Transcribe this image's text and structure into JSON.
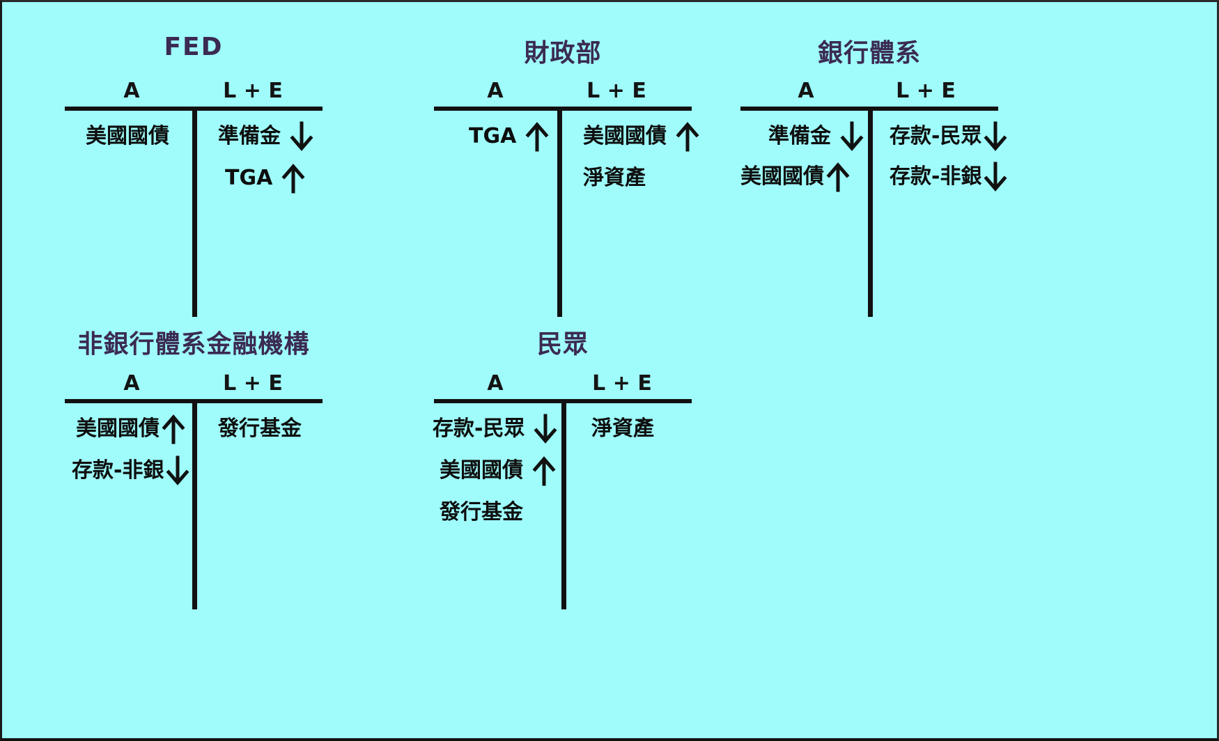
{
  "diagram": {
    "title_color": "#3b2a52",
    "background_color": "#9ffcfb",
    "line_color": "#111111",
    "column_headers": {
      "assets": "A",
      "liabilities_equity": "L + E"
    },
    "accounts": [
      {
        "id": "fed",
        "name": "FED",
        "assets": [
          {
            "label": "美國國債",
            "change": "none"
          }
        ],
        "liabilities_equity": [
          {
            "label": "準備金",
            "change": "down"
          },
          {
            "label": "TGA",
            "change": "up"
          }
        ]
      },
      {
        "id": "treasury",
        "name": "財政部",
        "assets": [
          {
            "label": "TGA",
            "change": "up"
          }
        ],
        "liabilities_equity": [
          {
            "label": "美國國債",
            "change": "up"
          },
          {
            "label": "淨資產",
            "change": "none"
          }
        ]
      },
      {
        "id": "banking-system",
        "name": "銀行體系",
        "assets": [
          {
            "label": "準備金",
            "change": "down"
          },
          {
            "label": "美國國債",
            "change": "up"
          }
        ],
        "liabilities_equity": [
          {
            "label": "存款-民眾",
            "change": "down"
          },
          {
            "label": "存款-非銀",
            "change": "down"
          }
        ]
      },
      {
        "id": "non-bank-financial-institutions",
        "name": "非銀行體系金融機構",
        "assets": [
          {
            "label": "美國國債",
            "change": "up"
          },
          {
            "label": "存款-非銀",
            "change": "down"
          }
        ],
        "liabilities_equity": [
          {
            "label": "發行基金",
            "change": "none"
          }
        ]
      },
      {
        "id": "public",
        "name": "民眾",
        "assets": [
          {
            "label": "存款-民眾",
            "change": "down"
          },
          {
            "label": "美國國債",
            "change": "up"
          },
          {
            "label": "發行基金",
            "change": "none"
          }
        ],
        "liabilities_equity": [
          {
            "label": "淨資產",
            "change": "none"
          }
        ]
      }
    ]
  }
}
